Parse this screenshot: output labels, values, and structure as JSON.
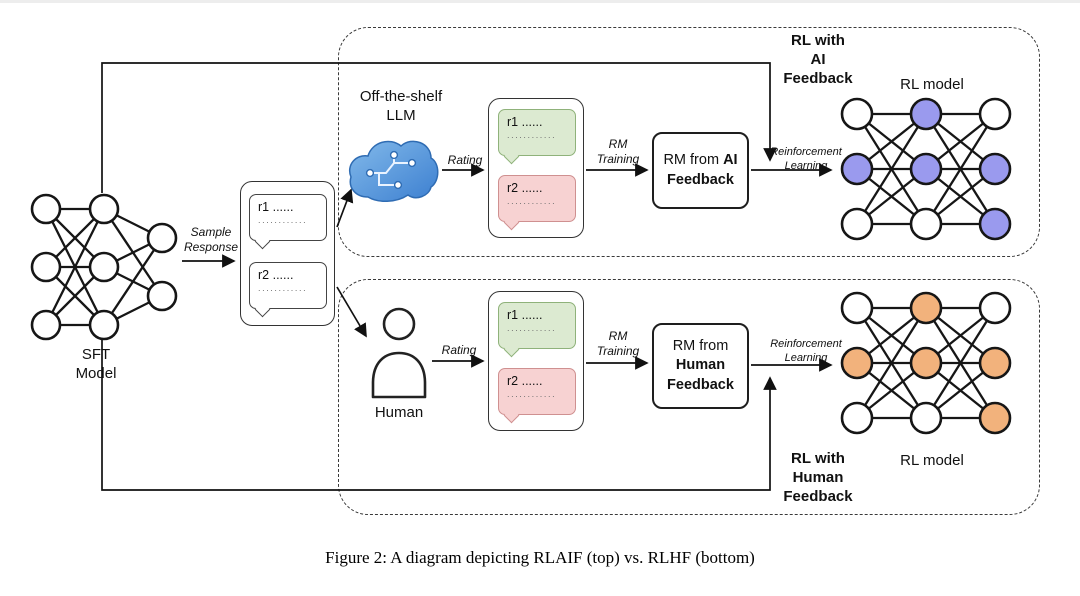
{
  "caption": "Figure 2:  A diagram depicting RLAIF (top) vs.  RLHF (bottom)",
  "sft": {
    "label": [
      "SFT",
      "Model"
    ]
  },
  "flow": {
    "sample_response": [
      "Sample",
      "Response"
    ],
    "rating_top": "Rating",
    "rating_bottom": "Rating",
    "rm_training_top": [
      "RM",
      "Training"
    ],
    "rm_training_bottom": [
      "RM",
      "Training"
    ],
    "reinforcement_top": [
      "Reinforcement",
      "Learning"
    ],
    "reinforcement_bottom": [
      "Reinforcement",
      "Learning"
    ]
  },
  "response_box": {
    "bubbles": [
      {
        "label": "r1",
        "dots": "......",
        "dots2": "............"
      },
      {
        "label": "r2",
        "dots": "......",
        "dots2": "............"
      }
    ]
  },
  "rlaif": {
    "container_label": [
      "RL with",
      "AI",
      "Feedback"
    ],
    "judge_label": [
      "Off-the-shelf",
      "LLM"
    ],
    "rated_bubbles": [
      {
        "label": "r1",
        "dots": "......",
        "dots2": "............"
      },
      {
        "label": "r2",
        "dots": "......",
        "dots2": "............"
      }
    ],
    "rm_box": {
      "prefix": "RM from",
      "bold_inline": "AI",
      "bold_line": "Feedback"
    },
    "rl_model_label": "RL model"
  },
  "rlhf": {
    "container_label": [
      "RL with",
      "Human",
      "Feedback"
    ],
    "judge_label": "Human",
    "rated_bubbles": [
      {
        "label": "r1",
        "dots": "......",
        "dots2": "............"
      },
      {
        "label": "r2",
        "dots": "......",
        "dots2": "............"
      }
    ],
    "rm_box": {
      "prefix": "RM from",
      "bold_line1": "Human",
      "bold_line2": "Feedback"
    },
    "rl_model_label": "RL model"
  },
  "colors": {
    "ai_node": "#9a9aee",
    "human_node": "#f2b27c",
    "green_bubble": "#dcead1",
    "red_bubble": "#f7d2d2",
    "cloud_blue": "#4a8fd4"
  },
  "networks": {
    "sft": {
      "layers": [
        3,
        3,
        2
      ],
      "r": 14,
      "fill": "#ffffff"
    },
    "rlaif": {
      "layers": [
        3,
        3,
        3
      ],
      "r": 15,
      "fills": [
        [
          "#ffffff",
          "#9a9aee",
          "#ffffff"
        ],
        [
          "#9a9aee",
          "#9a9aee",
          "#ffffff"
        ],
        [
          "#ffffff",
          "#9a9aee",
          "#9a9aee"
        ]
      ]
    },
    "rlhf": {
      "layers": [
        3,
        3,
        3
      ],
      "r": 15,
      "fills": [
        [
          "#ffffff",
          "#f2b27c",
          "#ffffff"
        ],
        [
          "#f2b27c",
          "#f2b27c",
          "#ffffff"
        ],
        [
          "#ffffff",
          "#f2b27c",
          "#f2b27c"
        ]
      ]
    }
  }
}
